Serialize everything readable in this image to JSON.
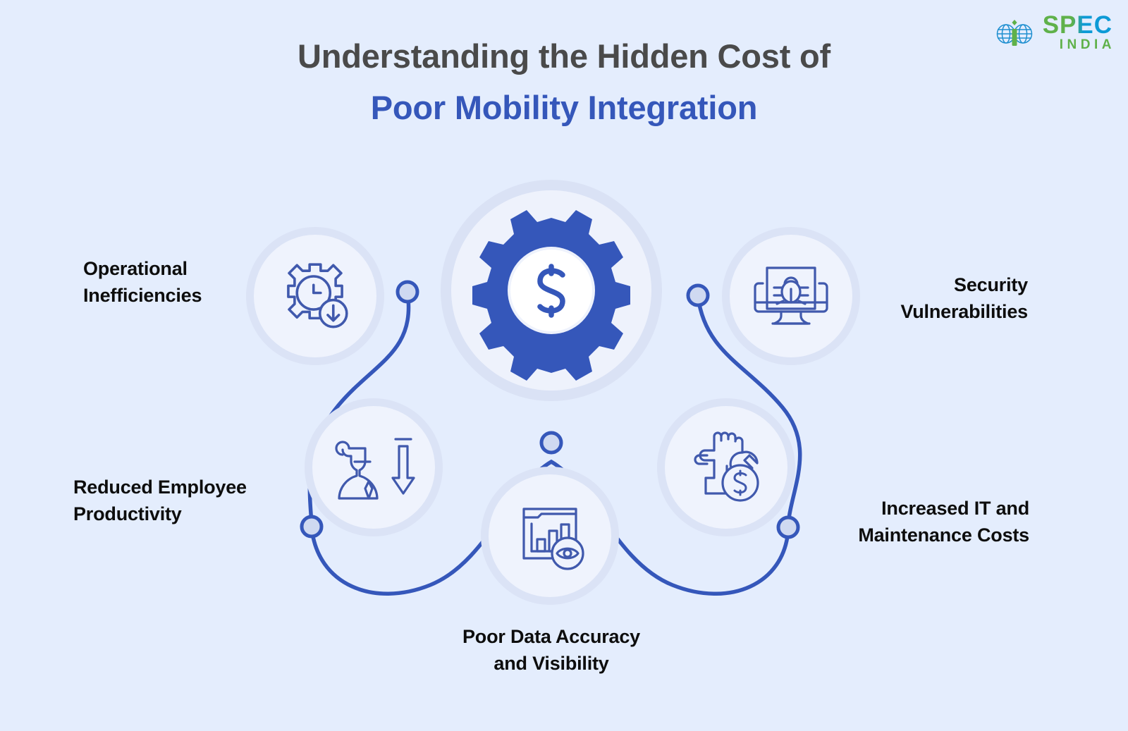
{
  "brand": {
    "name_primary": "SPEC",
    "name_secondary": "INDIA",
    "logo_icon": "globe-logo-icon",
    "colors": {
      "green": "#5fb14a",
      "blue": "#0d9ad6"
    }
  },
  "title": {
    "line1": "Understanding the Hidden Cost of",
    "line2": "Poor Mobility Integration",
    "line1_color": "#4a4a4a",
    "line2_color": "#3557ba"
  },
  "theme": {
    "background": "#e4edfd",
    "accent": "#3557ba",
    "ring_outer": "#d5ddf2",
    "ring_inner": "#eef2fc",
    "connector": "#3557ba",
    "icon_stroke": "#4059ad"
  },
  "center_node": {
    "icon": "gear-dollar-icon",
    "label": ""
  },
  "nodes": [
    {
      "id": "operational-inefficiencies",
      "label": "Operational\nInefficiencies",
      "icon": "gear-clock-down-arrow-icon",
      "position": "top-left"
    },
    {
      "id": "security-vulnerabilities",
      "label": "Security\nVulnerabilities",
      "icon": "monitor-bug-icon",
      "position": "top-right"
    },
    {
      "id": "reduced-employee-productivity",
      "label": "Reduced Employee\nProductivity",
      "icon": "person-down-arrow-icon",
      "position": "mid-left"
    },
    {
      "id": "increased-it-maintenance-costs",
      "label": "Increased IT and\nMaintenance Costs",
      "icon": "hand-wrench-coin-icon",
      "position": "mid-right"
    },
    {
      "id": "poor-data-accuracy-visibility",
      "label": "Poor Data Accuracy\nand Visibility",
      "icon": "bar-chart-eye-icon",
      "position": "bottom-center"
    }
  ]
}
